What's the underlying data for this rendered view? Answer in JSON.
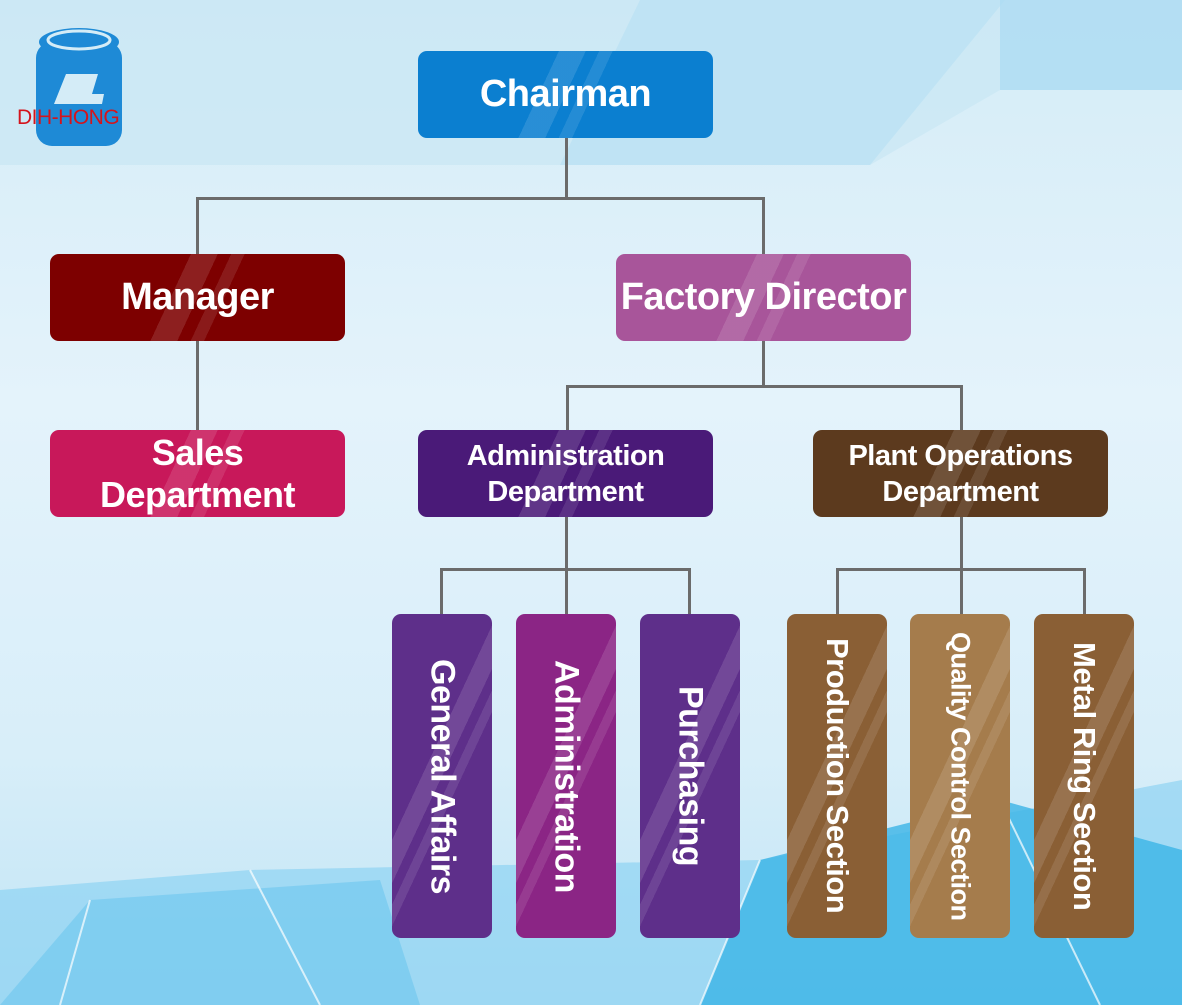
{
  "logo": {
    "text": "DIH-HONG",
    "colors": {
      "jar": "#1e8ad6",
      "text": "#d4141c"
    }
  },
  "nodes": {
    "chairman": {
      "label": "Chairman",
      "color": "#0b7fd0"
    },
    "manager": {
      "label": "Manager",
      "color": "#7d0000"
    },
    "factory_director": {
      "label": "Factory Director",
      "color": "#a8559a"
    },
    "sales": {
      "label": "Sales Department",
      "color": "#c8185a"
    },
    "admin_dept": {
      "label_line1": "Administration",
      "label_line2": "Department",
      "color": "#4a1a78"
    },
    "plant_dept": {
      "label_line1": "Plant Operations",
      "label_line2": "Department",
      "color": "#5c3a1e"
    },
    "general_affairs": {
      "label": "General Affairs",
      "color": "#5e2f8a"
    },
    "administration": {
      "label": "Administration",
      "color": "#8b2585"
    },
    "purchasing": {
      "label": "Purchasing",
      "color": "#5e2f8a"
    },
    "production": {
      "label": "Production Section",
      "color": "#8a5f35"
    },
    "quality": {
      "label": "Quality Control Section",
      "color": "#a57c4c"
    },
    "metal_ring": {
      "label": "Metal Ring Section",
      "color": "#8a5f35"
    }
  },
  "connector_color": "#6b6b6b"
}
